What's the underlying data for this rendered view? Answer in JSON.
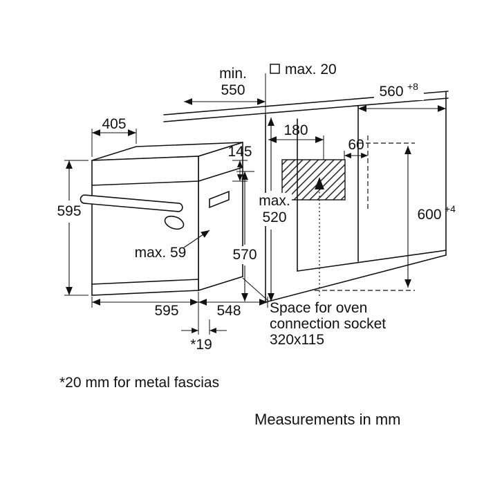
{
  "page": {
    "background": "#ffffff",
    "ink": "#111111"
  },
  "diagram": {
    "dims": {
      "min_depth": {
        "line1": "min.",
        "line2": "550"
      },
      "max_protrusion": "max. 20",
      "niche_width": {
        "value": "560",
        "sup": "+8"
      },
      "top_depth": "405",
      "d180": "180",
      "d60": "60",
      "d145": "145",
      "oven_height": "595",
      "max_520": {
        "line1": "max.",
        "line2": "520"
      },
      "niche_height": {
        "value": "600",
        "sup": "+4"
      },
      "handle_depth": "max. 59",
      "d570": "570",
      "oven_width": "595",
      "oven_depth": "548",
      "front_gap": "*19"
    },
    "notes": {
      "socket_line1": "Space for oven",
      "socket_line2": "connection socket",
      "socket_line3": "320x115",
      "fascia": "*20 mm for metal fascias",
      "units": "Measurements in mm"
    }
  }
}
